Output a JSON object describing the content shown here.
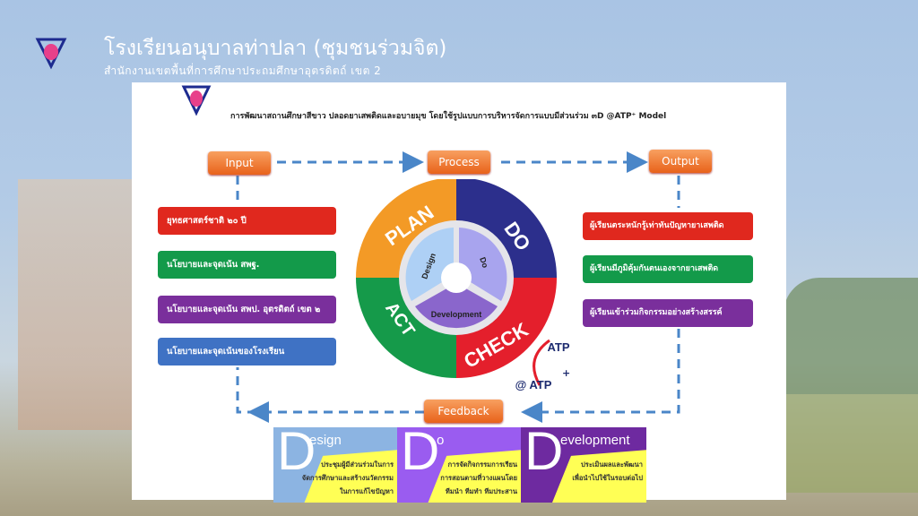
{
  "header": {
    "title": "โรงเรียนอนุบาลท่าปลา (ชุมชนร่วมจิต)",
    "subtitle": "สำนักงานเขตพื้นที่การศึกษาประถมศึกษาอุตรดิตถ์ เขต 2"
  },
  "slide": {
    "title": "การพัฒนาสถานศึกษาสีขาว  ปลอดยาเสพติดและอบายมุข  โดยใช้รูปแบบการบริหารจัดการแบบมีส่วนร่วม   ๓D @ATP⁺ Model",
    "flow": {
      "input": "Input",
      "process": "Process",
      "output": "Output",
      "feedback": "Feedback"
    },
    "inputs": [
      {
        "label": "ยุทธศาสตร์ชาติ ๒๐ ปี",
        "color": "#e0281e"
      },
      {
        "label": "นโยบายและจุดเน้น สพฐ.",
        "color": "#139a4a"
      },
      {
        "label": "นโยบายและจุดเน้น สพป. อุตรดิตถ์ เขต ๒",
        "color": "#7a2f9c"
      },
      {
        "label": "นโยบายและจุดเน้นของโรงเรียน",
        "color": "#3f72c4"
      }
    ],
    "outputs": [
      {
        "label": "ผู้เรียนตระหนักรู้เท่าทันปัญหายาเสพติด",
        "color": "#e0281e"
      },
      {
        "label": "ผู้เรียนมีภูมิคุ้มกันตนเองจากยาเสพติด",
        "color": "#139a4a"
      },
      {
        "label": "ผู้เรียนเข้าร่วมกิจกรรมอย่างสร้างสรรค์",
        "color": "#7a2f9c"
      }
    ],
    "cycle": {
      "plan": "PLAN",
      "do": "DO",
      "check": "CHECK",
      "act": "ACT",
      "inner": [
        "Design",
        "Do",
        "Development"
      ],
      "atp": "ATP",
      "atp_plus": "@ ATP",
      "plus": "+"
    },
    "cards": [
      {
        "letter": "D",
        "rest": "esign",
        "lines": [
          "ประชุมผู้มีส่วนร่วมในการ",
          "จัดการศึกษาและสร้างนวัตกรรม",
          "ในการแก้ไขปัญหา"
        ],
        "color": "#8cb4e2"
      },
      {
        "letter": "D",
        "rest": "o",
        "lines": [
          "การจัดกิจกรรมการเรียน",
          "การสอนตามที่วางแผนโดย",
          "ทีมนำ ทีมทำ ทีมประสาน"
        ],
        "color": "#9a5cf0"
      },
      {
        "letter": "D",
        "rest": "evelopment",
        "lines": [
          "ประเมินผลและพัฒนา",
          "เพื่อนำไปใช้ในรอบต่อไป"
        ],
        "color": "#6e2aa0"
      }
    ]
  }
}
